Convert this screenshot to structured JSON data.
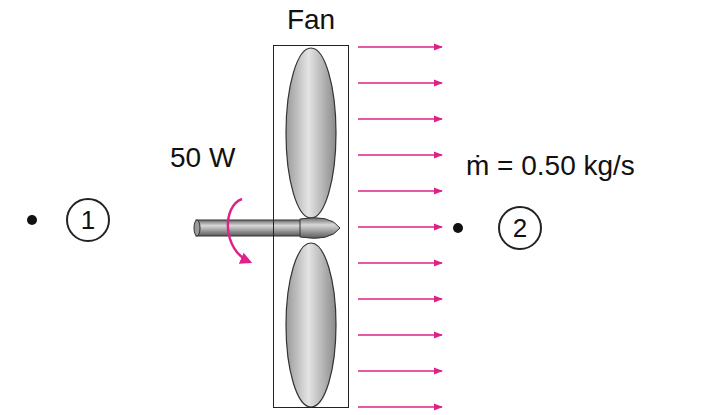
{
  "diagram": {
    "nodes": [
      {
        "text": [
          "Fan"
        ]
      },
      {
        "text": [
          "1"
        ]
      },
      {
        "text": [
          "2"
        ]
      }
    ],
    "labels": [
      "50 W",
      "ṁ = 0.50 kg/s"
    ]
  }
}
